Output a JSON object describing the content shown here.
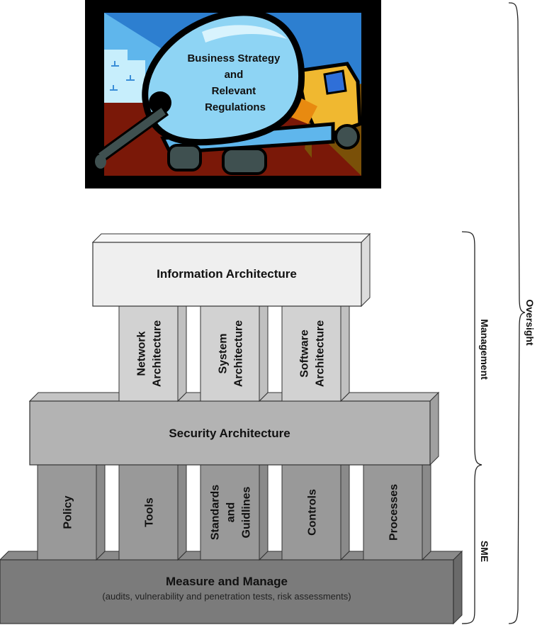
{
  "picture": {
    "caption_lines": [
      "Business Strategy",
      "and",
      "Relevant",
      "Regulations"
    ],
    "icon": "cement-mixer-truck-icon"
  },
  "top_block": {
    "label": "Information Architecture",
    "color": "#efefef"
  },
  "upper_pillars": [
    {
      "lines": [
        "Network",
        "Architecture"
      ]
    },
    {
      "lines": [
        "System",
        "Architecture"
      ]
    },
    {
      "lines": [
        "Software",
        "Architecture"
      ]
    }
  ],
  "middle_block": {
    "label": "Security Architecture",
    "color": "#b3b3b3"
  },
  "lower_pillars": [
    {
      "lines": [
        "Policy"
      ]
    },
    {
      "lines": [
        "Tools"
      ]
    },
    {
      "lines": [
        "Standards",
        "and",
        "Guidlines"
      ]
    },
    {
      "lines": [
        "Controls"
      ]
    },
    {
      "lines": [
        "Processes"
      ]
    }
  ],
  "base_block": {
    "label": "Measure and Manage",
    "sublabel": "(audits, vulnerability and penetration tests, risk assessments)",
    "color": "#7b7b7b"
  },
  "braces": {
    "management": "Management",
    "sme": "SME",
    "oversight": "Oversight"
  }
}
